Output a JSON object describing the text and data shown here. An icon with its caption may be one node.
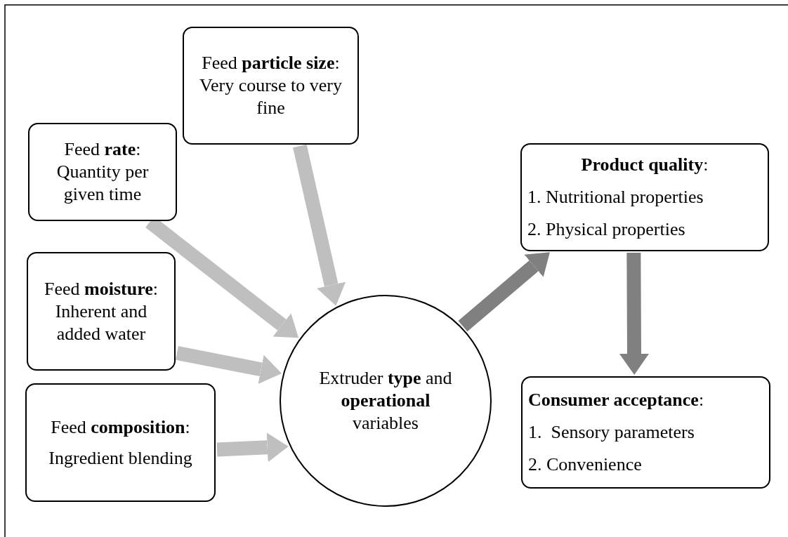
{
  "diagram": {
    "nodes": [
      {
        "text": [
          "Feed **particle size**: Very course to very fine"
        ]
      },
      {
        "text": [
          "Feed **rate**: Quantity per given time"
        ]
      },
      {
        "text": [
          "Feed **moisture**: Inherent and added water"
        ]
      },
      {
        "text": [
          "Feed **composition**:",
          "Ingredient blending"
        ]
      },
      {
        "text": [
          "Extruder **type** and **operational** variables"
        ]
      },
      {
        "text": [
          "**Product quality**:",
          "1. Nutritional properties",
          "2. Physical properties"
        ]
      },
      {
        "text": [
          "**Consumer acceptance**:",
          "1.  Sensory parameters",
          "2. Convenience"
        ]
      }
    ],
    "edges": [
      {
        "from": 0,
        "to": 4,
        "arrow": "to"
      },
      {
        "from": 1,
        "to": 4,
        "arrow": "to"
      },
      {
        "from": 2,
        "to": 4,
        "arrow": "to"
      },
      {
        "from": 3,
        "to": 4,
        "arrow": "to"
      },
      {
        "from": 4,
        "to": 5,
        "arrow": "to",
        "color": "#808080"
      },
      {
        "from": 5,
        "to": 6,
        "arrow": "to",
        "color": "#808080"
      }
    ]
  }
}
